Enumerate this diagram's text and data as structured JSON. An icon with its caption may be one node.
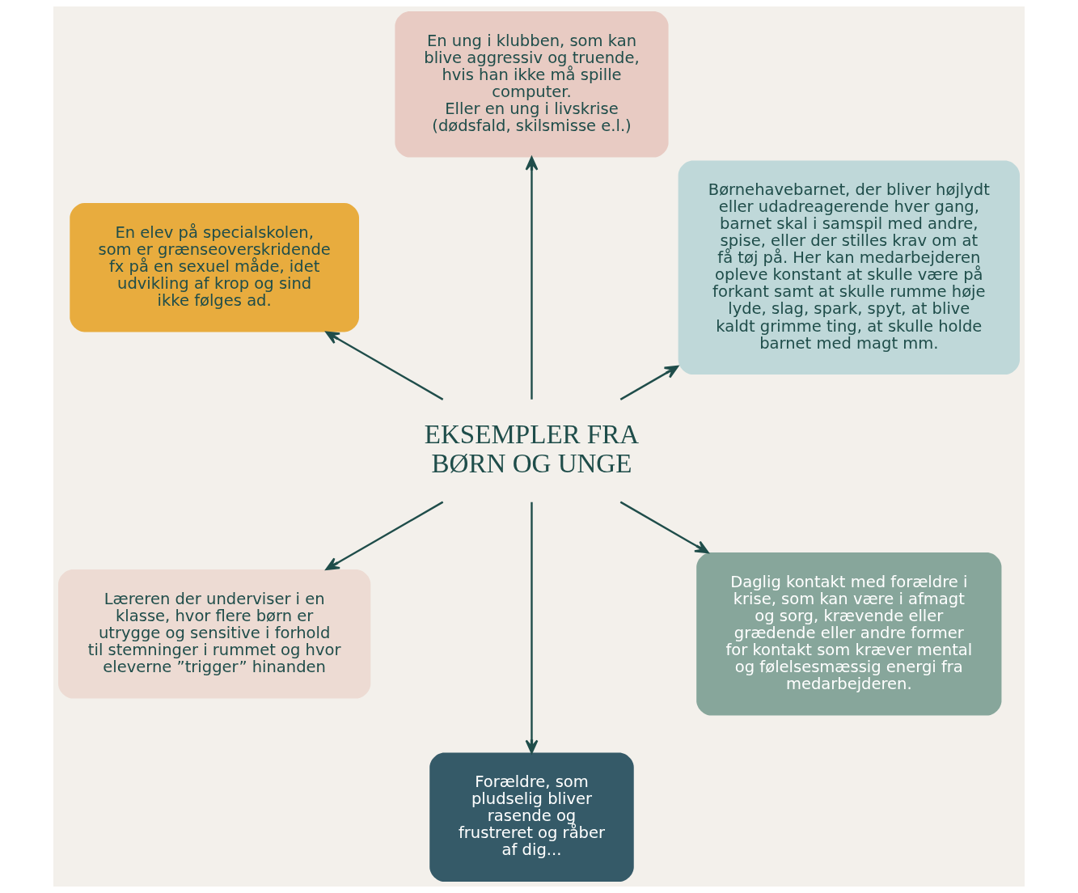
{
  "diagram": {
    "nodes": [
      {
        "text": [
          "EKSEMPLER FRA BØRN OG UNGE"
        ]
      },
      {
        "text": [
          "Børnehavebarnet, der bliver højlydt eller udadreagerende hver gang, barnet skal i samspil med andre, spise, eller der stilles krav om at få tøj på. Her kan medarbejderen opleve konstant at skulle være på forkant samt at skulle rumme høje lyde, slag, spark, spyt, at blive kaldt grimme ting, at skulle holde barnet med magt mm."
        ]
      },
      {
        "text": [
          "En ung i klubben, som kan blive aggressiv og truende, hvis han ikke må spille computer.",
          "Eller en ung i livskrise (dødsfald, skilsmisse e.l.)"
        ]
      },
      {
        "text": [
          "En elev på specialskolen, som er grænseoverskridende fx på en sexuel måde, idet udvikling af krop og sind ikke følges ad."
        ]
      },
      {
        "text": [
          "Læreren der underviser i en klasse, hvor flere børn er utrygge og sensitive i forhold til stemninger i rummet og hvor eleverne ”trigger” hinanden"
        ]
      },
      {
        "text": [
          "Forældre, som pludselig bliver rasende og frustreret og råber af dig..."
        ]
      },
      {
        "text": [
          "Daglig kontakt med forældre i krise, som kan være i afmagt og sorg, krævende eller grædende eller andre former for kontakt som kræver mental og følelsesmæssig energi fra medarbejderen."
        ]
      }
    ],
    "edges": [
      {
        "from": 0,
        "to": 1,
        "arrow": "to"
      },
      {
        "from": 0,
        "to": 2,
        "arrow": "to"
      },
      {
        "from": 0,
        "to": 3,
        "arrow": "to"
      },
      {
        "from": 0,
        "to": 4,
        "arrow": "to"
      },
      {
        "from": 0,
        "to": 5,
        "arrow": "to"
      },
      {
        "from": 0,
        "to": 6,
        "arrow": "to"
      }
    ]
  }
}
